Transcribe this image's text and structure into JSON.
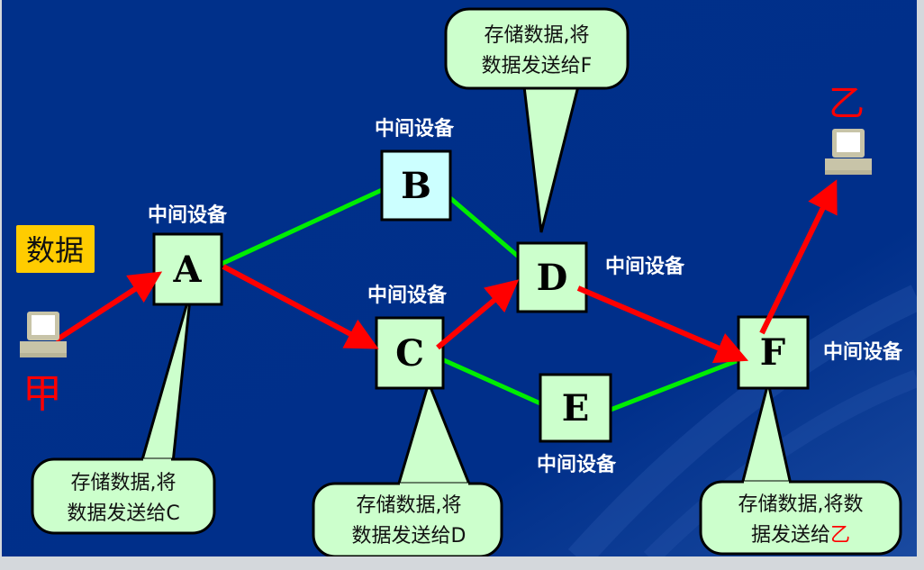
{
  "colors": {
    "background": "#00308a",
    "node_fill": "#ccffcc",
    "node_b_fill": "#ccffff",
    "route": "#ff0000",
    "link": "#00ee00",
    "data_tag": "#ffcc00",
    "callout_fill": "#ccffcc"
  },
  "data_tag": "数据",
  "hosts": {
    "source": "甲",
    "destination": "乙"
  },
  "nodes": [
    {
      "id": "A",
      "label": "中间设备"
    },
    {
      "id": "B",
      "label": "中间设备"
    },
    {
      "id": "C",
      "label": "中间设备"
    },
    {
      "id": "D",
      "label": "中间设备"
    },
    {
      "id": "E",
      "label": "中间设备"
    },
    {
      "id": "F",
      "label": "中间设备"
    }
  ],
  "callouts": {
    "A": [
      "存储数据,将",
      "数据发送给C"
    ],
    "C": [
      "存储数据,将",
      "数据发送给D"
    ],
    "D": [
      "存储数据,将",
      "数据发送给F"
    ],
    "F": [
      "存储数据,将数",
      "据发送给",
      "乙"
    ]
  }
}
